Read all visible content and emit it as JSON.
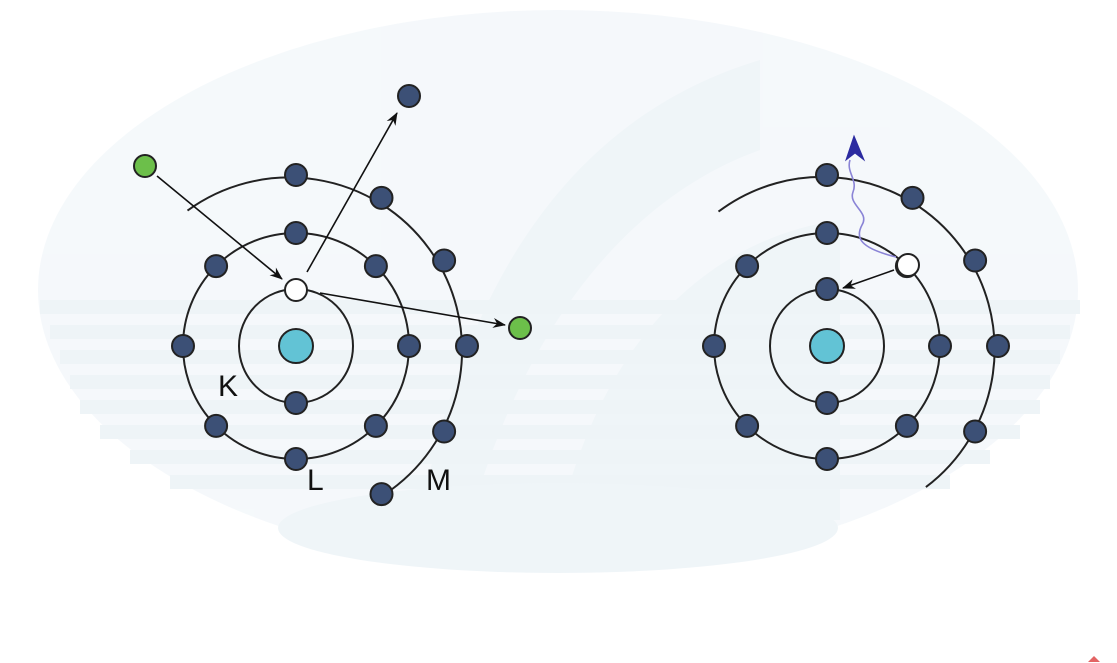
{
  "diagram": {
    "left_panel": {
      "shell_labels": {
        "k": "K",
        "l": "L",
        "m": "M"
      }
    }
  },
  "colors": {
    "electron": "#3c5076",
    "nucleus": "#62c3d5",
    "incident_particle": "#6cbf4a",
    "vacancy": "#ffffff",
    "orbit": "#222222",
    "arrow": "#111111",
    "photon": "#8a84d6",
    "photon_arrow": "#2c2ba0",
    "watermark": "#eef4f8"
  }
}
